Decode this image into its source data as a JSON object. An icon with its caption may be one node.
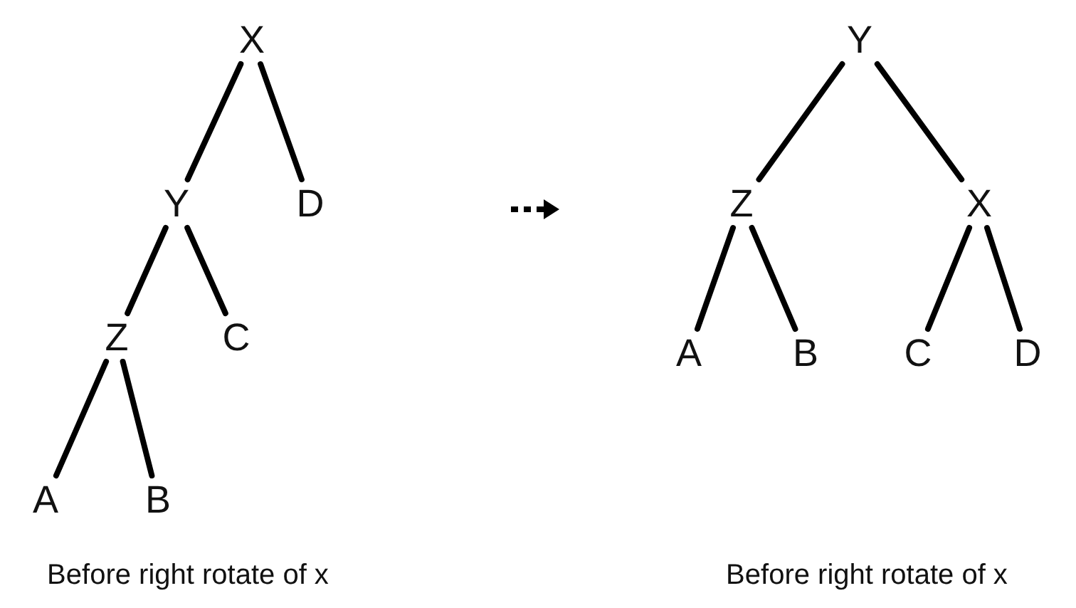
{
  "diagram": {
    "nodes": [
      {
        "text": [
          "X"
        ]
      },
      {
        "text": [
          "Y"
        ]
      },
      {
        "text": [
          "D"
        ]
      },
      {
        "text": [
          "Z"
        ]
      },
      {
        "text": [
          "C"
        ]
      },
      {
        "text": [
          "A"
        ]
      },
      {
        "text": [
          "B"
        ]
      },
      {
        "text": [
          "Y"
        ]
      },
      {
        "text": [
          "Z"
        ]
      },
      {
        "text": [
          "X"
        ]
      },
      {
        "text": [
          "A"
        ]
      },
      {
        "text": [
          "B"
        ]
      },
      {
        "text": [
          "C"
        ]
      },
      {
        "text": [
          "D"
        ]
      }
    ],
    "edges": [
      {
        "from": 0,
        "to": 1,
        "arrow": "none"
      },
      {
        "from": 0,
        "to": 2,
        "arrow": "none"
      },
      {
        "from": 1,
        "to": 3,
        "arrow": "none"
      },
      {
        "from": 1,
        "to": 4,
        "arrow": "none"
      },
      {
        "from": 3,
        "to": 5,
        "arrow": "none"
      },
      {
        "from": 3,
        "to": 6,
        "arrow": "none"
      },
      {
        "from": 7,
        "to": 8,
        "arrow": "none"
      },
      {
        "from": 7,
        "to": 9,
        "arrow": "none"
      },
      {
        "from": 8,
        "to": 10,
        "arrow": "none"
      },
      {
        "from": 8,
        "to": 11,
        "arrow": "none"
      },
      {
        "from": 9,
        "to": 12,
        "arrow": "none"
      },
      {
        "from": 9,
        "to": 13,
        "arrow": "none"
      }
    ],
    "labels": [
      "Before right rotate of x",
      "Before right rotate of x"
    ]
  }
}
